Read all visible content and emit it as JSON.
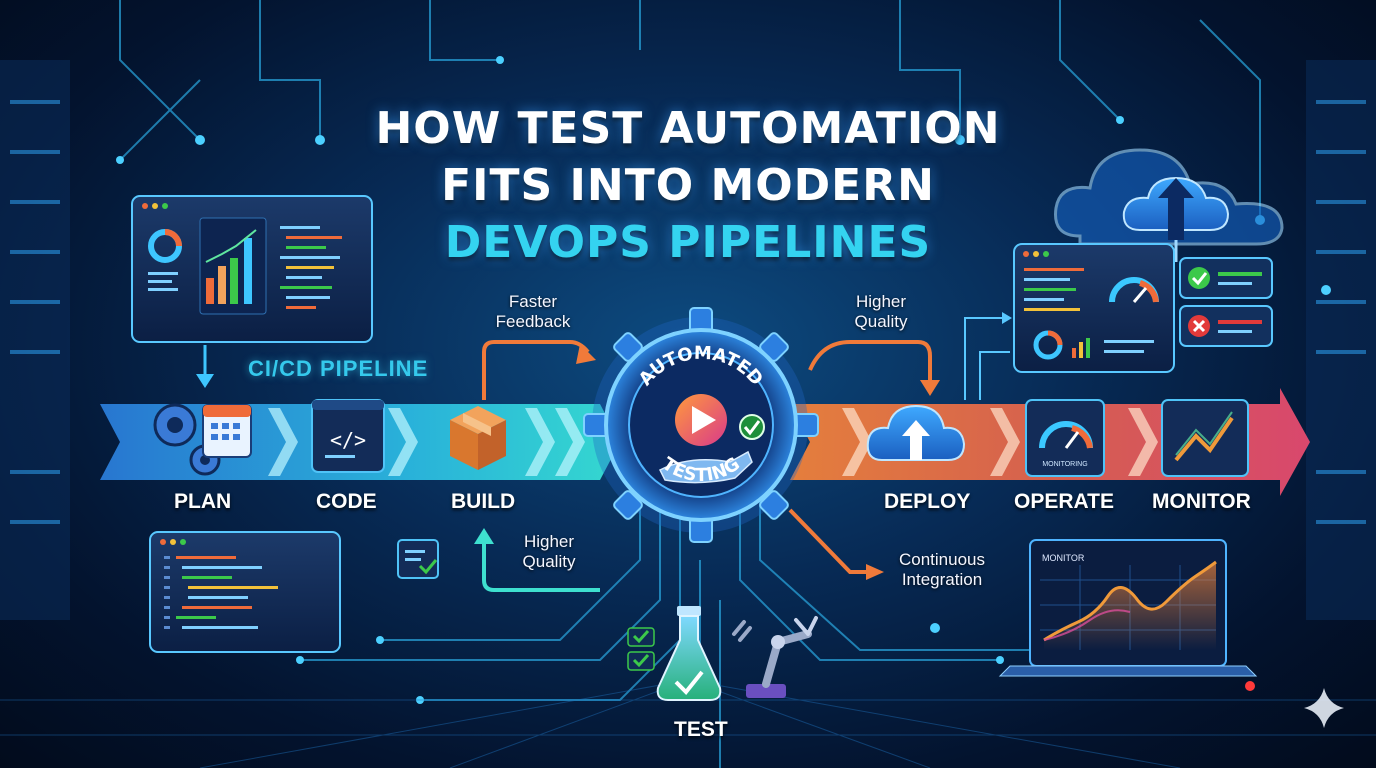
{
  "title": {
    "line1": "HOW TEST AUTOMATION",
    "line2": "FITS INTO MODERN",
    "line3": "DEVOPS PIPELINES"
  },
  "pipeline_label": "CI/CD PIPELINE",
  "stages": {
    "plan": "PLAN",
    "code": "CODE",
    "build": "BUILD",
    "test": "TEST",
    "deploy": "DEPLOY",
    "operate": "OPERATE",
    "monitor": "MONITOR"
  },
  "hub": {
    "top_text": "AUTOMATED",
    "bottom_text": "TESTING"
  },
  "notes": {
    "faster_feedback": "Faster\nFeedback",
    "higher_quality_top": "Higher\nQuality",
    "higher_quality_bottom": "Higher\nQuality",
    "continuous_integration": "Continuous\nIntegration"
  },
  "mini_labels": {
    "monitoring": "MONITORING",
    "monitor_chart": "MONITOR"
  },
  "colors": {
    "accent_cyan": "#34d3f0",
    "arrow_orange": "#f07a3a",
    "arrow_magenta": "#d84d9a",
    "check_green": "#3cc94a",
    "error_red": "#e23a3a"
  },
  "icons": [
    "gear-icon",
    "calendar-icon",
    "code-icon",
    "box-icon",
    "play-icon",
    "cloud-upload-icon",
    "gauge-icon",
    "trend-chart-icon",
    "flask-icon",
    "robot-arm-icon",
    "check-icon",
    "cross-icon",
    "sparkle-icon"
  ]
}
